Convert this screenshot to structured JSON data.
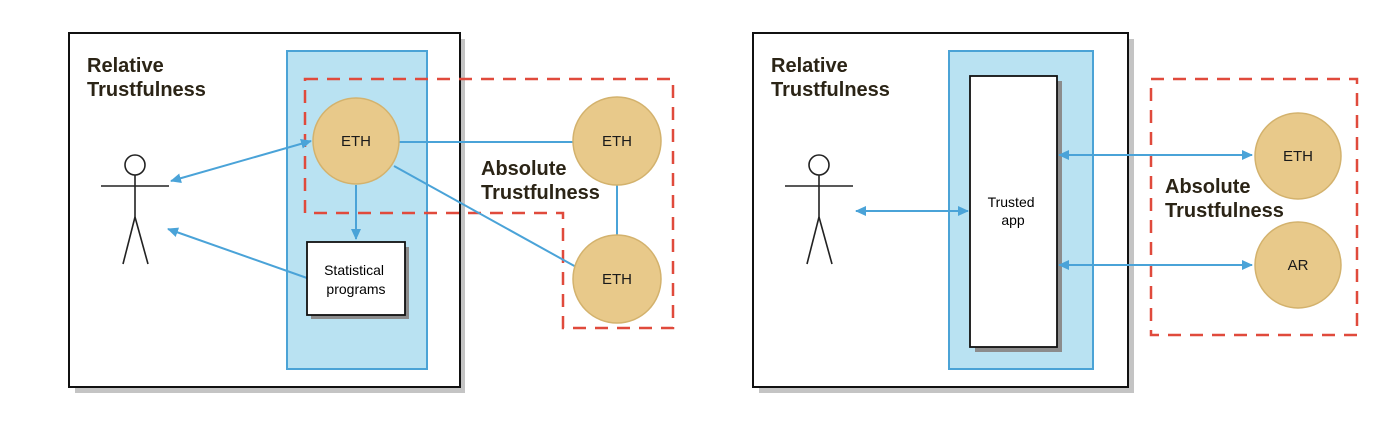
{
  "colors": {
    "frame": "#111111",
    "shadow": "#c4c4c4",
    "panel_fill": "#b9e2f2",
    "panel_stroke": "#4ba3d6",
    "dashed": "#e04a3c",
    "node_fill": "#e8c98a",
    "node_stroke": "#d3b26d",
    "arrow": "#4aa3d8",
    "stick_figure": "#222222"
  },
  "left_diagram": {
    "relative_heading": [
      "Relative",
      "Trustfulness"
    ],
    "absolute_heading": [
      "Absolute",
      "Trustfulness"
    ],
    "node_center": "ETH",
    "node_top_right": "ETH",
    "node_bottom_right": "ETH",
    "stats_box": [
      "Statistical",
      "programs"
    ],
    "figure_icon": "person-icon"
  },
  "right_diagram": {
    "relative_heading": [
      "Relative",
      "Trustfulness"
    ],
    "absolute_heading": [
      "Absolute",
      "Trustfulness"
    ],
    "app_box": [
      "Trusted",
      "app"
    ],
    "node_top": "ETH",
    "node_bottom": "AR",
    "figure_icon": "person-icon"
  }
}
